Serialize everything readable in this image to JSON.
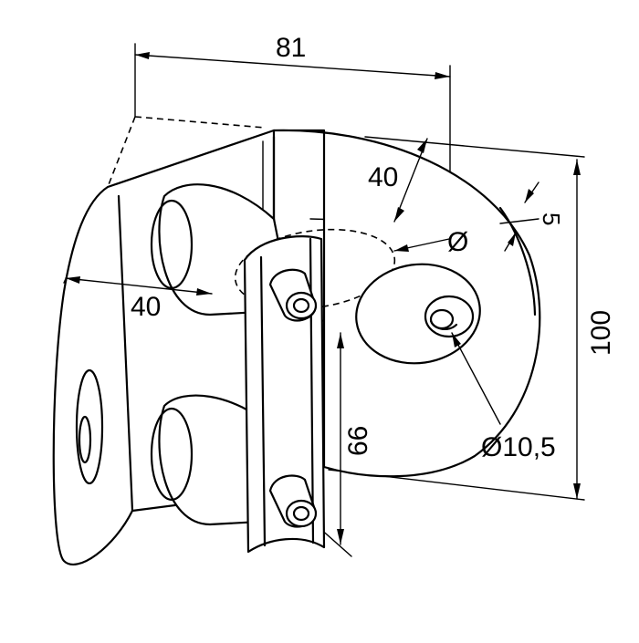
{
  "dimensions": {
    "width_top": "81",
    "depth_top": "40",
    "depth_left": "40",
    "hole_diameter_symbol": "Ø",
    "thickness": "5",
    "height": "100",
    "pin_spacing": "66",
    "small_hole": "Ø10,5"
  }
}
